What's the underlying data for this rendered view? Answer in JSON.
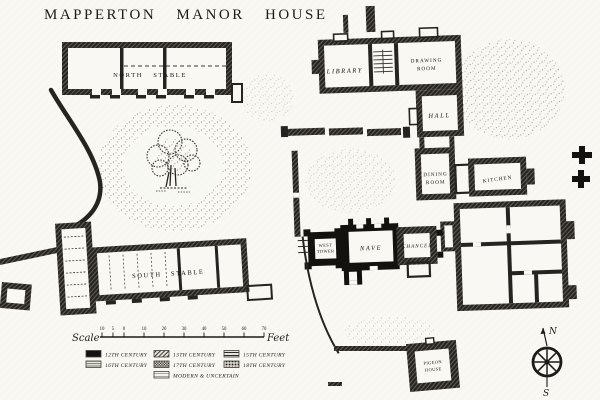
{
  "title": "MAPPERTON MANOR HOUSE",
  "colors": {
    "ink": "#1d1b18",
    "paper": "#f9f8f3"
  },
  "buildings": {
    "north_stable": "NORTH STABLE",
    "south_stable": "SOUTH STABLE",
    "pigeon_house_line1": "PIGEON",
    "pigeon_house_line2": "HOUSE"
  },
  "house": {
    "library": "LIBRARY",
    "drawing_room_line1": "DRAWING",
    "drawing_room_line2": "ROOM",
    "hall": "HALL",
    "dining_room_line1": "DINING",
    "dining_room_line2": "ROOM",
    "kitchen": "KITCHEN"
  },
  "church": {
    "west_tower_line1": "WEST",
    "west_tower_line2": "TOWER",
    "nave": "NAVE",
    "chancel": "CHANCEL"
  },
  "scale_bar": {
    "left_label": "Scale",
    "right_label": "Feet",
    "tick_labels": [
      "10",
      "5",
      "0",
      "10",
      "20",
      "30",
      "40",
      "50",
      "60",
      "70"
    ]
  },
  "legend": {
    "items": [
      {
        "label": "12TH CENTURY",
        "swatch": "solid-black"
      },
      {
        "label": "13TH CENTURY",
        "swatch": "diagonal-hatch"
      },
      {
        "label": "15TH CENTURY",
        "swatch": "horizontal-stripes"
      },
      {
        "label": "16TH CENTURY",
        "swatch": "fine-stripes"
      },
      {
        "label": "17TH CENTURY",
        "swatch": "cross-hatch"
      },
      {
        "label": "18TH CENTURY",
        "swatch": "dense-stipple"
      },
      {
        "label": "MODERN & UNCERTAIN",
        "swatch": "light-stripes"
      }
    ]
  },
  "compass": {
    "north": "N",
    "south": "S"
  }
}
